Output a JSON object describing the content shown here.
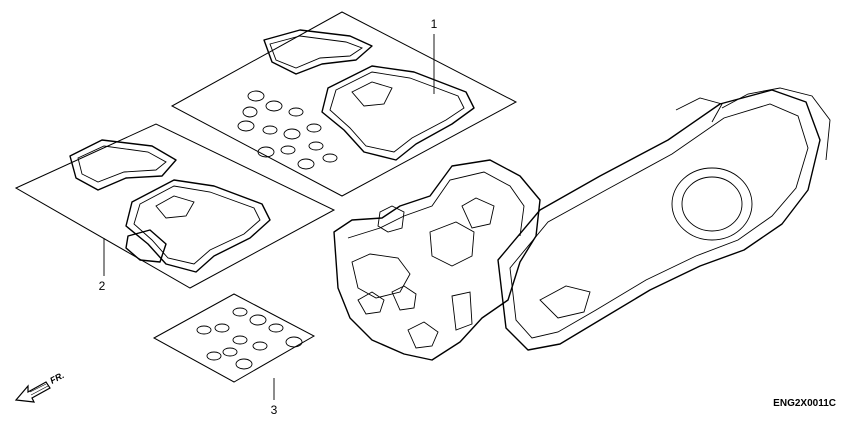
{
  "callouts": [
    {
      "label": "1"
    },
    {
      "label": "2"
    },
    {
      "label": "3"
    }
  ],
  "direction_indicator": {
    "label": "FR.",
    "icon": "front-direction-arrow-icon"
  },
  "diagram_code": "ENG2X0011C"
}
